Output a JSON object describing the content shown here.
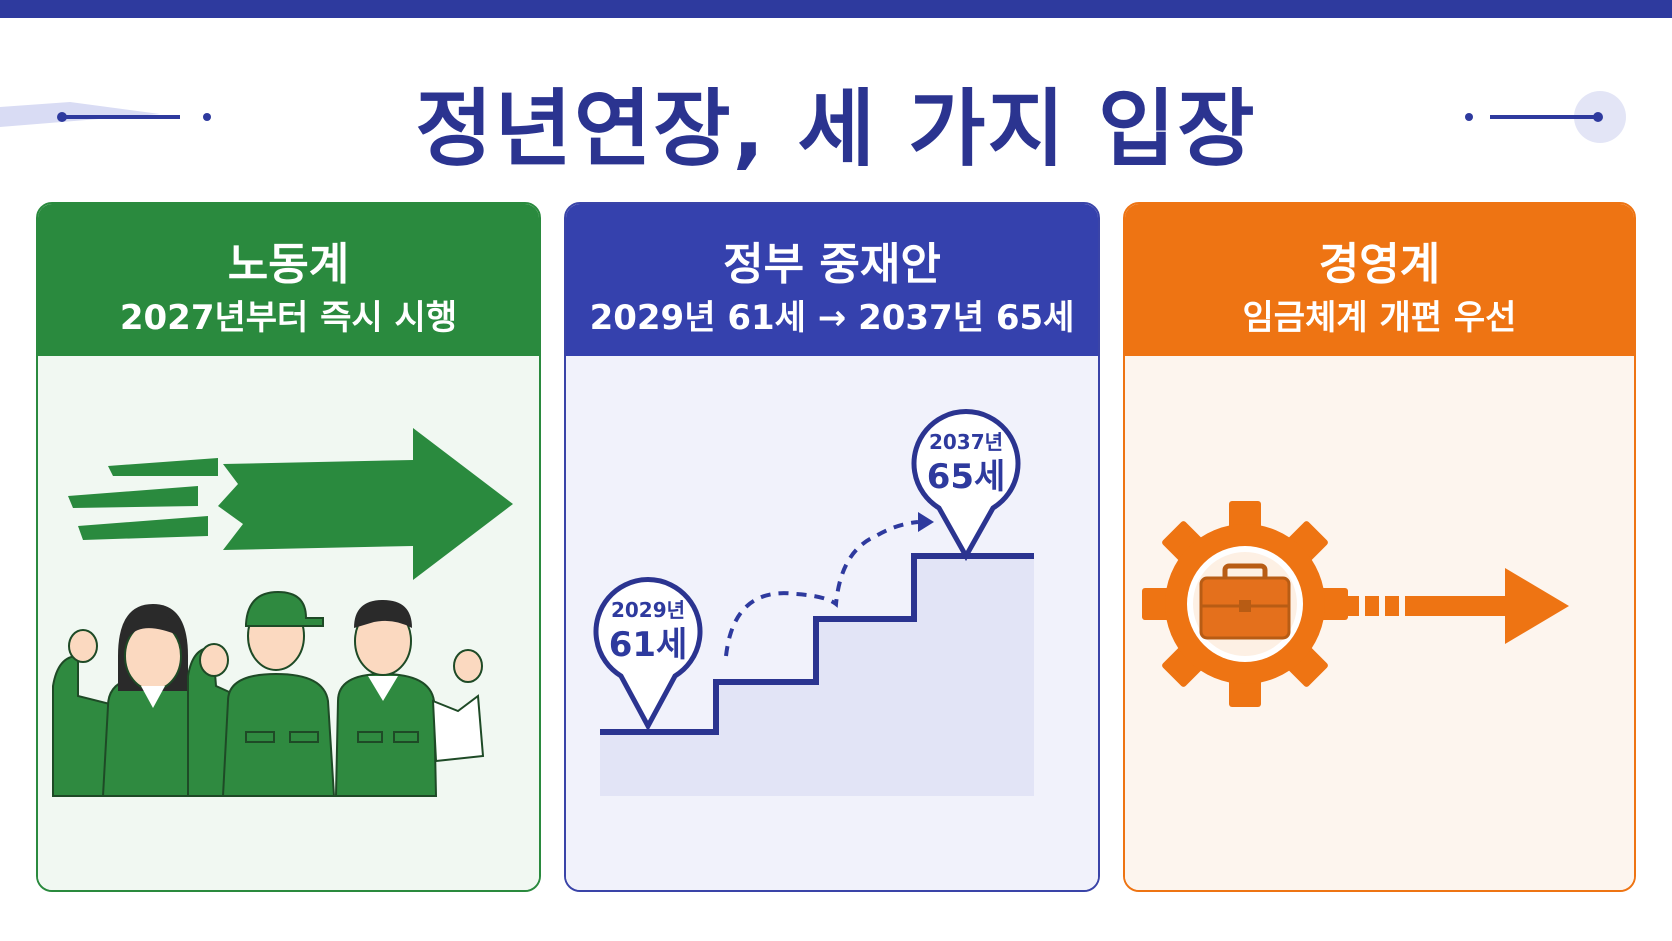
{
  "title": "정년연장, 세 가지 입장",
  "colors": {
    "primary": "#2e3a9e",
    "labor": "#2a8a3e",
    "government": "#3541ad",
    "business": "#ee7413"
  },
  "cards": [
    {
      "title": "노동계",
      "subtitle": "2027년부터 즉시 시행",
      "icon": "fast-arrow-and-workers-illustration"
    },
    {
      "title": "정부 중재안",
      "subtitle": "2029년 61세 → 2037년 65세",
      "icon": "stairs-illustration",
      "start_pin": {
        "year": "2029년",
        "age": "61세"
      },
      "end_pin": {
        "year": "2037년",
        "age": "65세"
      }
    },
    {
      "title": "경영계",
      "subtitle": "임금체계 개편 우선",
      "icon": "gear-briefcase-arrow-illustration"
    }
  ]
}
